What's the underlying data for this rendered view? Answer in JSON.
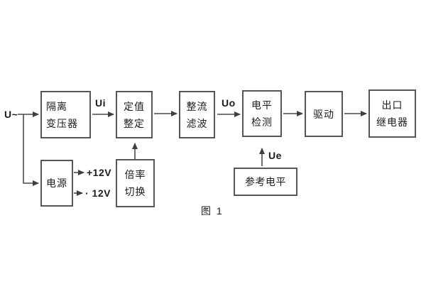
{
  "figure": {
    "caption": "图 1",
    "input_label": "U~",
    "signal_labels": {
      "ui": "Ui",
      "uo": "Uo",
      "ue": "Ue"
    },
    "power_rails": {
      "positive": "+12V",
      "negative": "· 12V"
    },
    "blocks": {
      "isolation_transformer": {
        "line1": "隔离",
        "line2": "变压器"
      },
      "setting_adjust": {
        "line1": "定值",
        "line2": "整定"
      },
      "rectifier_filter": {
        "line1": "整流",
        "line2": "滤波"
      },
      "level_detector": {
        "line1": "电平",
        "line2": "检测"
      },
      "driver": {
        "label": "驱动"
      },
      "output_relay": {
        "line1": "出口",
        "line2": "继电器"
      },
      "power_supply": {
        "label": "电源"
      },
      "multiplier_switch": {
        "line1": "倍率",
        "line2": "切换"
      },
      "reference_level": {
        "label": "参考电平"
      }
    },
    "colors": {
      "line": "#4a4a4a",
      "text": "#1c1c1c",
      "background": "#ffffff"
    }
  }
}
